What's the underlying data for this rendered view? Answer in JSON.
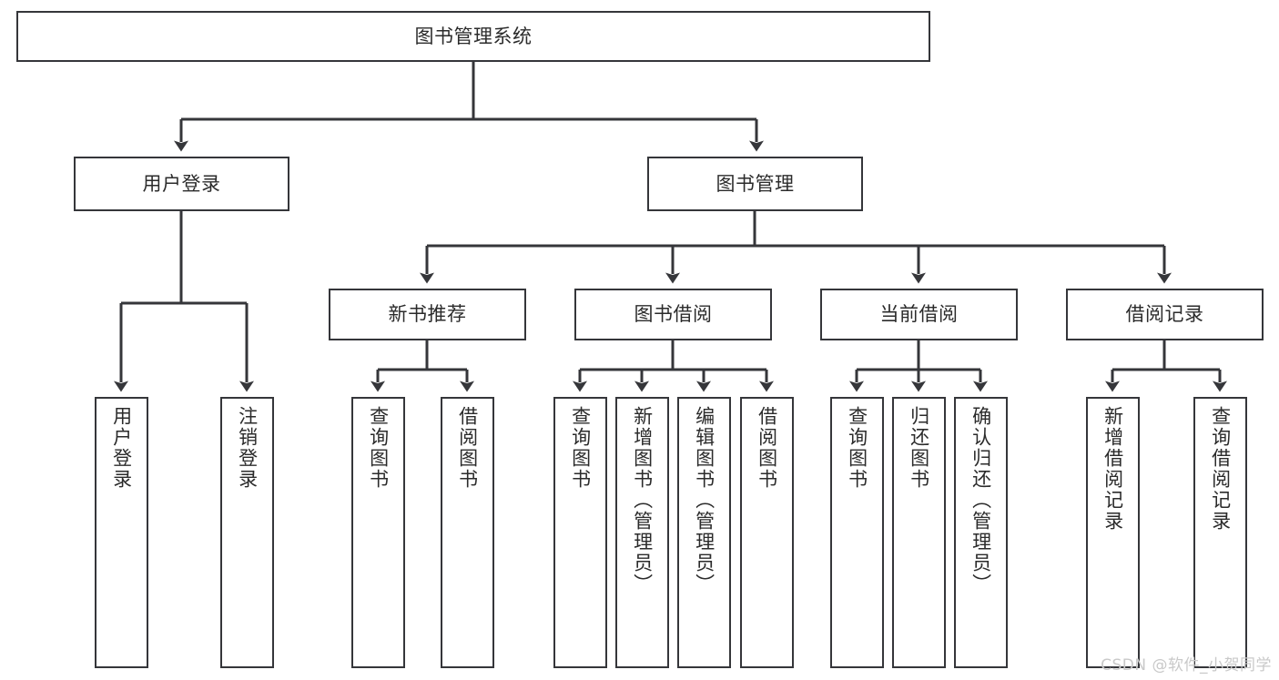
{
  "diagram": {
    "title": "图书管理系统",
    "type": "tree",
    "watermark": "CSDN @软件_小贺同学",
    "colors": {
      "stroke": "#35363a",
      "node_fill": "#ffffff",
      "text": "#2b2b2b",
      "watermark": "#c9c9c9",
      "background": "#ffffff"
    },
    "root": {
      "label": "图书管理系统"
    },
    "level2": [
      {
        "label": "用户登录"
      },
      {
        "label": "图书管理"
      }
    ],
    "level3": [
      {
        "label": "新书推荐"
      },
      {
        "label": "图书借阅"
      },
      {
        "label": "当前借阅"
      },
      {
        "label": "借阅记录"
      }
    ],
    "leaves": {
      "user_login": [
        {
          "label": "用户登录"
        },
        {
          "label": "注销登录"
        }
      ],
      "new_book_recommend": [
        {
          "label": "查询图书"
        },
        {
          "label": "借阅图书"
        }
      ],
      "book_borrow": [
        {
          "label": "查询图书"
        },
        {
          "label": "新增图书（管理员）"
        },
        {
          "label": "编辑图书（管理员）"
        },
        {
          "label": "借阅图书"
        }
      ],
      "current_borrow": [
        {
          "label": "查询图书"
        },
        {
          "label": "归还图书"
        },
        {
          "label": "确认归还（管理员）"
        }
      ],
      "borrow_record": [
        {
          "label": "新增借阅记录"
        },
        {
          "label": "查询借阅记录"
        }
      ]
    }
  }
}
